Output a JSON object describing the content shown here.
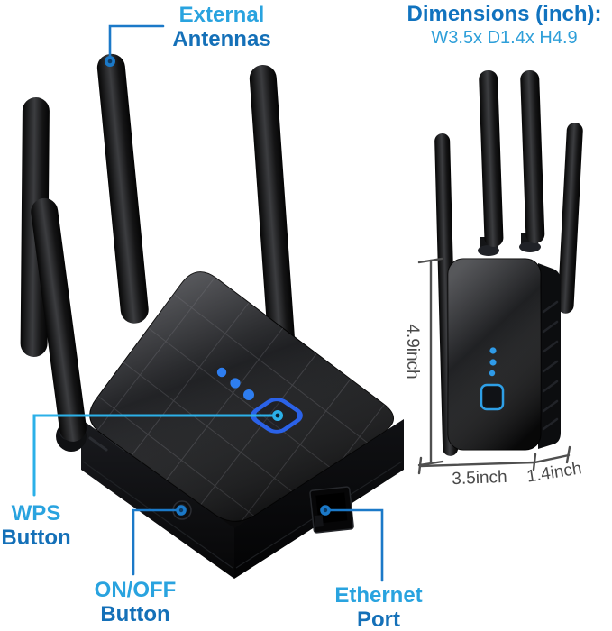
{
  "title": "WiFi extender product callout diagram",
  "labels": {
    "external_antennas": {
      "line1": "External",
      "line2": "Antennas"
    },
    "wps": {
      "line1": "WPS",
      "line2": "Button"
    },
    "on_off": {
      "line1": "ON/OFF",
      "line2": "Button"
    },
    "ethernet": {
      "line1": "Ethernet",
      "line2": "Port"
    }
  },
  "dimensions": {
    "title": "Dimensions (inch):",
    "value": "W3.5x D1.4x H4.9",
    "height_label": "4.9inch",
    "width_label": "3.5inch",
    "depth_label": "1.4inch"
  },
  "device": {
    "led_count": 3,
    "antenna_count": 4,
    "features": [
      "External Antennas",
      "WPS Button",
      "ON/OFF Button",
      "Ethernet Port"
    ]
  },
  "colors": {
    "label_cyan": "#29A3DF",
    "label_blue": "#1470B8",
    "dim_title_blue": "#1173BF",
    "dim_value_blue": "#2E9FD9",
    "callout_blue": "#1B79C8",
    "callout_cyan": "#2BB0E8",
    "led_blue": "#2E7EF0",
    "wps_ring_blue": "#2B62E8",
    "measure_gray": "#4a4a4a",
    "device_black": "#0b0b0c"
  }
}
